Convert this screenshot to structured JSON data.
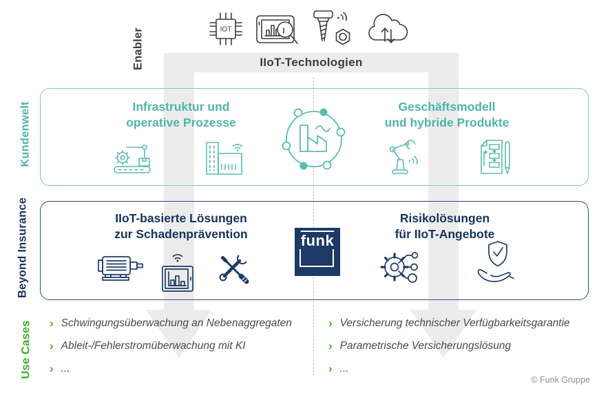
{
  "colors": {
    "teal": "#4fb5aa",
    "teal_border": "#7cc8be",
    "navy": "#16335f",
    "navy_border": "#2a4f80",
    "green": "#3eae2b",
    "band_gray": "#ececec",
    "logo_bg": "#1d3966"
  },
  "enabler": {
    "label": "Enabler",
    "band_title": "IIoT-Technologien",
    "icons": [
      "iot-chip-icon",
      "data-analysis-monitor-icon",
      "screw-sensor-icon",
      "cloud-sync-icon"
    ]
  },
  "kundenwelt": {
    "side_label": "Kundenwelt",
    "left": {
      "title_line1": "Infrastruktur und",
      "title_line2": "operative Prozesse",
      "icons": [
        "conveyor-robot-icon",
        "smart-factory-building-icon"
      ]
    },
    "center_icon": "iiot-network-factory-icon",
    "right": {
      "title_line1": "Geschäftsmodell",
      "title_line2": "und hybride Produkte",
      "icons": [
        "robot-arm-icon",
        "document-flowchart-pencil-icon"
      ]
    }
  },
  "beyond_insurance": {
    "side_label": "Beyond Insurance",
    "left": {
      "title_line1": "IIoT-basierte Lösungen",
      "title_line2": "zur Schadenprävention",
      "icons": [
        "electric-motor-icon",
        "monitoring-tablet-wifi-icon",
        "tools-icon"
      ]
    },
    "logo_text": "funk",
    "right": {
      "title_line1": "Risikolösungen",
      "title_line2": "für IIoT-Angebote",
      "icons": [
        "gear-network-icon",
        "shield-hand-icon"
      ]
    }
  },
  "use_cases": {
    "side_label": "Use Cases",
    "bullet": "›",
    "left_items": [
      "Schwingungsüberwachung an Nebenaggregaten",
      "Ableit-/Fehlerstromüberwachung mit KI",
      "..."
    ],
    "right_items": [
      "Versicherung technischer Verfügbarkeitsgarantie",
      "Parametrische Versicherungslösung",
      "..."
    ]
  },
  "footer": {
    "copyright": "© Funk Gruppe"
  }
}
